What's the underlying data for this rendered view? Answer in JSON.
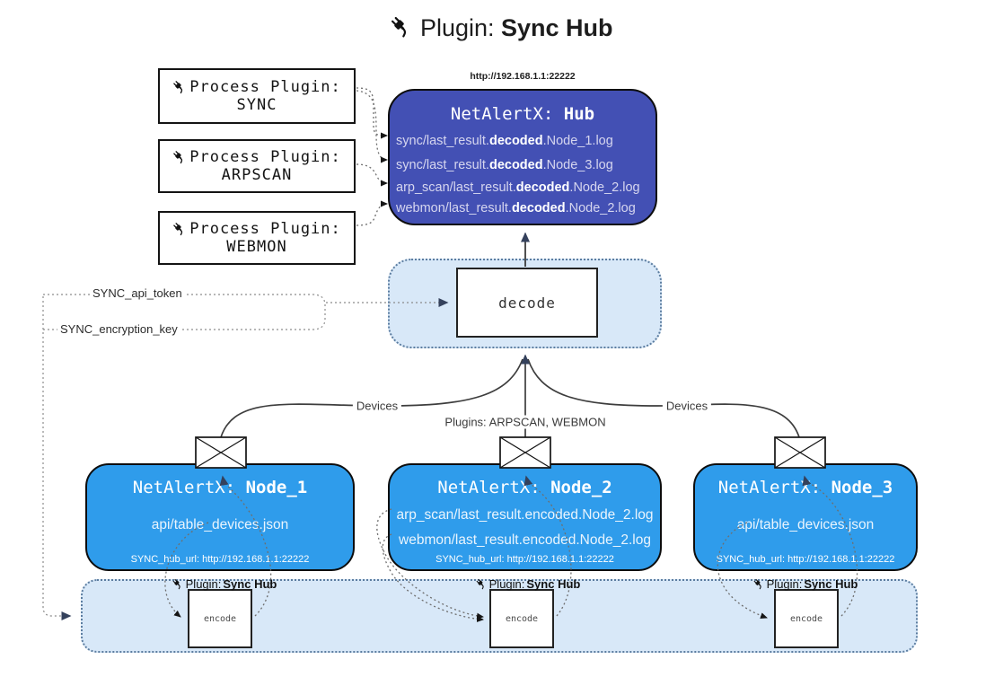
{
  "title": {
    "prefix": "Plugin: ",
    "bold": "Sync Hub"
  },
  "process_plugins": [
    {
      "label": "Process Plugin:",
      "name": "SYNC"
    },
    {
      "label": "Process Plugin:",
      "name": "ARPSCAN"
    },
    {
      "label": "Process Plugin:",
      "name": "WEBMON"
    }
  ],
  "hub": {
    "url": "http://192.168.1.1:22222",
    "title_prefix": "NetAlertX: ",
    "title_bold": "Hub",
    "files": [
      {
        "prefix": "sync/last_result.",
        "bold": "decoded",
        "suffix": ".Node_1.log"
      },
      {
        "prefix": "sync/last_result.",
        "bold": "decoded",
        "suffix": ".Node_3.log"
      },
      {
        "prefix": "arp_scan/last_result.",
        "bold": "decoded",
        "suffix": ".Node_2.log"
      },
      {
        "prefix": "webmon/last_result.",
        "bold": "decoded",
        "suffix": ".Node_2.log"
      }
    ]
  },
  "decode": {
    "label": "decode"
  },
  "keys": {
    "api_token": "SYNC_api_token",
    "encryption_key": "SYNC_encryption_key"
  },
  "edges": {
    "devices_left": "Devices",
    "devices_right": "Devices",
    "plugins_center": "Plugins: ARPSCAN, WEBMON"
  },
  "nodes": [
    {
      "title_prefix": "NetAlertX: ",
      "title_bold": "Node_1",
      "files": [
        "api/table_devices.json"
      ],
      "hub_url": "SYNC_hub_url: http://192.168.1.1:22222"
    },
    {
      "title_prefix": "NetAlertX: ",
      "title_bold": "Node_2",
      "files": [
        "arp_scan/last_result.encoded.Node_2.log",
        "webmon/last_result.encoded.Node_2.log"
      ],
      "hub_url": "SYNC_hub_url: http://192.168.1.1:22222"
    },
    {
      "title_prefix": "NetAlertX: ",
      "title_bold": "Node_3",
      "files": [
        "api/table_devices.json"
      ],
      "hub_url": "SYNC_hub_url: http://192.168.1.1:22222"
    }
  ],
  "encoders": [
    {
      "label_prefix": "Plugin: ",
      "label_bold": "Sync Hub",
      "box_label": "encode"
    },
    {
      "label_prefix": "Plugin: ",
      "label_bold": "Sync Hub",
      "box_label": "encode"
    },
    {
      "label_prefix": "Plugin: ",
      "label_bold": "Sync Hub",
      "box_label": "encode"
    }
  ],
  "colors": {
    "hub_fill": "#4350b4",
    "node_fill": "#2f9ceb",
    "bin_fill": "#d8e8f8",
    "bin_border": "#5c7da0",
    "hub_text": "#d6d6ef",
    "line": "#3d3d3d",
    "arrow_dark": "#34415c",
    "dotted": "#707070"
  }
}
